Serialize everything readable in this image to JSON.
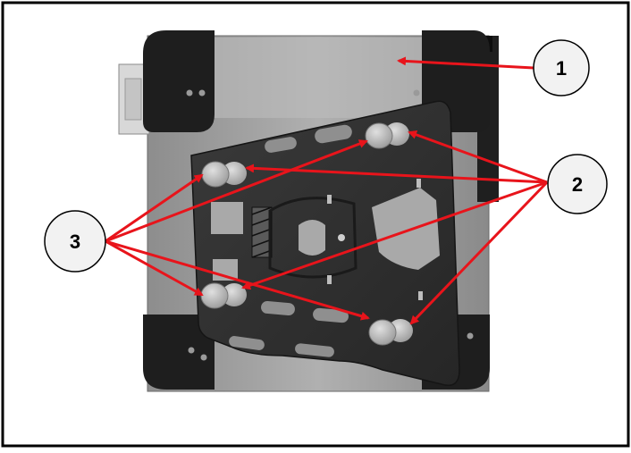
{
  "diagram": {
    "colors": {
      "frame": "#000000",
      "arrow": "#e8141b",
      "callout_fill": "#f2f2f2",
      "case_body": "#9a9a9a",
      "corner_guard": "#1e1e1e",
      "rack_plate": "#303030",
      "mount_button": "#bdbdbd"
    },
    "callouts": [
      {
        "id": "1",
        "label": "1"
      },
      {
        "id": "2",
        "label": "2"
      },
      {
        "id": "3",
        "label": "3"
      }
    ]
  }
}
